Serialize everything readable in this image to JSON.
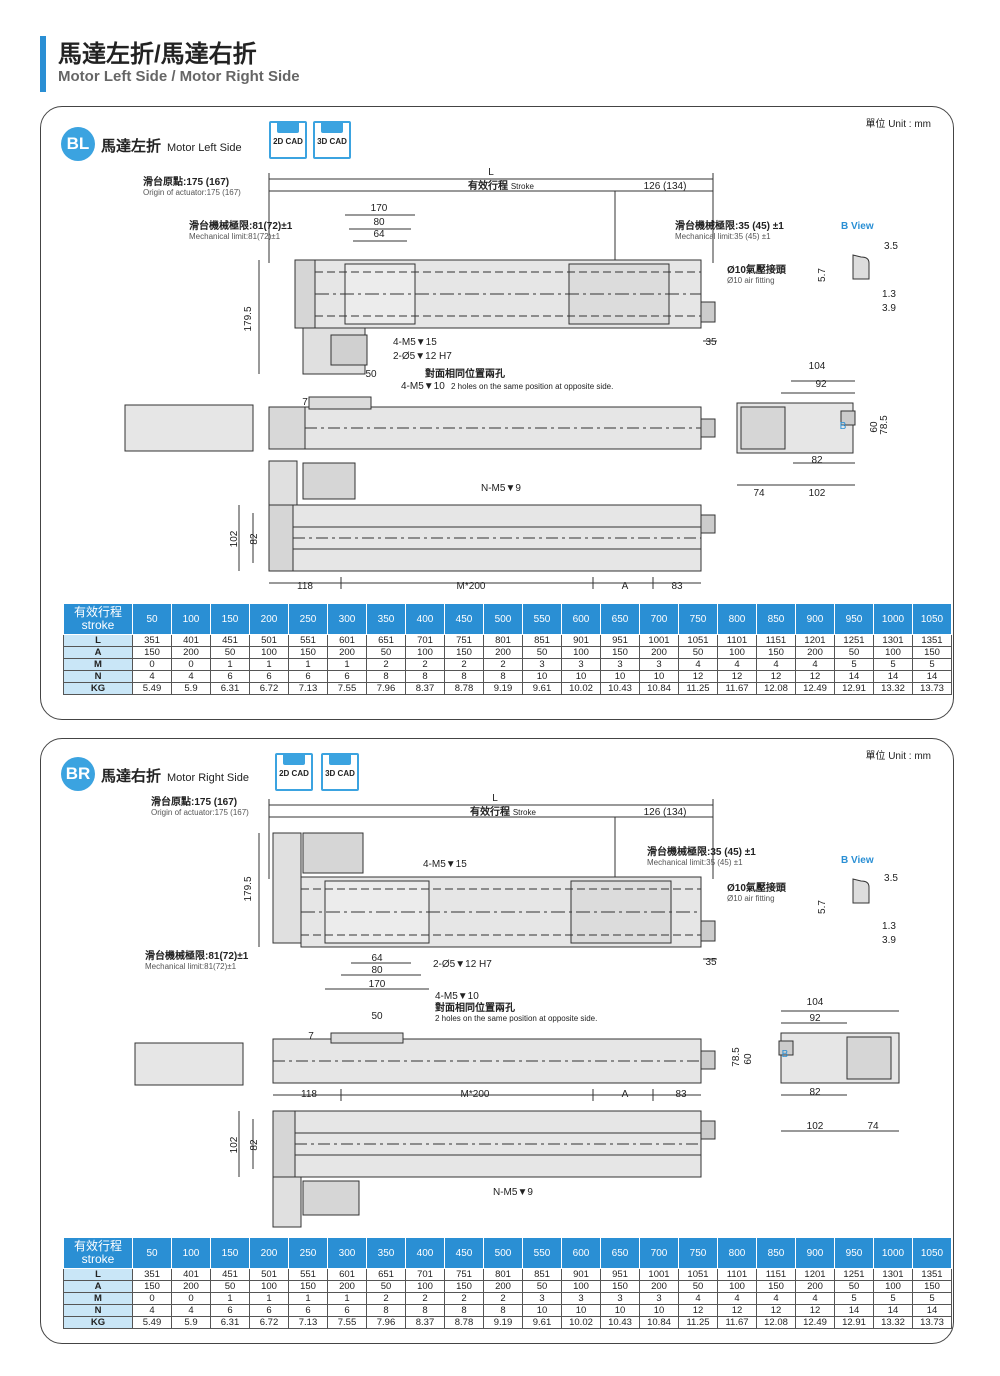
{
  "header": {
    "title": "馬達左折/馬達右折",
    "subtitle": "Motor Left Side / Motor Right Side"
  },
  "sections": [
    {
      "badge": "BL",
      "title": "馬達左折",
      "title_en": "Motor Left Side",
      "unit": "單位 Unit : mm",
      "cad": [
        {
          "label": "2D CAD"
        },
        {
          "label": "3D CAD"
        }
      ],
      "labels": {
        "origin": "滑台原點:175 (167)",
        "origin_en": "Origin of actuator:175 (167)",
        "mech_left": "滑台機械極限:81(72)±1",
        "mech_left_en": "Mechanical limit:81(72)±1",
        "mech_right": "滑台機械極限:35 (45) ±1",
        "mech_right_en": "Mechanical limit:35 (45) ±1",
        "stroke": "有效行程",
        "stroke_en": "Stroke",
        "L": "L",
        "d126": "126 (134)",
        "d170": "170",
        "d80": "80",
        "d64": "64",
        "d1795": "179.5",
        "d35": "35",
        "m5_15": "4-M5▼15",
        "dia5": "2-Ø5▼12 H7",
        "d50": "50",
        "m5_10": "4-M5▼10",
        "opp_cn": "對面相同位置兩孔",
        "opp_en": "2 holes on the same position at opposite side.",
        "air": "Ø10氣壓接頭",
        "air_en": "Ø10 air fitting",
        "bview": "B View",
        "d35b": "3.5",
        "d57": "5.7",
        "d13": "1.3",
        "d39": "3.9",
        "d104": "104",
        "d92": "92",
        "d82": "82",
        "d74": "74",
        "d102": "102",
        "d785": "78.5",
        "d60": "60",
        "b": "B",
        "nm5": "N-M5▼9",
        "d102v": "102",
        "d82v": "82",
        "d118": "118",
        "m200": "M*200",
        "A": "A",
        "d83": "83",
        "d7": "7"
      }
    },
    {
      "badge": "BR",
      "title": "馬達右折",
      "title_en": "Motor Right Side",
      "unit": "單位 Unit : mm",
      "cad": [
        {
          "label": "2D CAD"
        },
        {
          "label": "3D CAD"
        }
      ],
      "labels": {
        "origin": "滑台原點:175 (167)",
        "origin_en": "Origin of actuator:175 (167)",
        "mech_left": "滑台機械極限:81(72)±1",
        "mech_left_en": "Mechanical limit:81(72)±1",
        "mech_right": "滑台機械極限:35 (45) ±1",
        "mech_right_en": "Mechanical limit:35 (45) ±1",
        "stroke": "有效行程",
        "stroke_en": "Stroke",
        "L": "L",
        "d126": "126 (134)",
        "d170": "170",
        "d80": "80",
        "d64": "64",
        "d1795": "179.5",
        "d35": "35",
        "m5_15": "4-M5▼15",
        "dia5": "2-Ø5▼12 H7",
        "d50": "50",
        "m5_10": "4-M5▼10",
        "opp_cn": "對面相同位置兩孔",
        "opp_en": "2 holes on the same position at opposite side.",
        "air": "Ø10氣壓接頭",
        "air_en": "Ø10 air fitting",
        "bview": "B View",
        "d35b": "3.5",
        "d57": "5.7",
        "d13": "1.3",
        "d39": "3.9",
        "d104": "104",
        "d92": "92",
        "d82": "82",
        "d74": "74",
        "d102": "102",
        "d785": "78.5",
        "d60": "60",
        "b": "B",
        "nm5": "N-M5▼9",
        "d102v": "102",
        "d82v": "82",
        "d118": "118",
        "m200": "M*200",
        "A": "A",
        "d83": "83",
        "d7": "7"
      }
    }
  ],
  "table": {
    "header_cn": "有效行程",
    "header_en": "stroke",
    "strokes": [
      "50",
      "100",
      "150",
      "200",
      "250",
      "300",
      "350",
      "400",
      "450",
      "500",
      "550",
      "600",
      "650",
      "700",
      "750",
      "800",
      "850",
      "900",
      "950",
      "1000",
      "1050"
    ],
    "rows": [
      {
        "label": "L",
        "values": [
          "351",
          "401",
          "451",
          "501",
          "551",
          "601",
          "651",
          "701",
          "751",
          "801",
          "851",
          "901",
          "951",
          "1001",
          "1051",
          "1101",
          "1151",
          "1201",
          "1251",
          "1301",
          "1351"
        ]
      },
      {
        "label": "A",
        "values": [
          "150",
          "200",
          "50",
          "100",
          "150",
          "200",
          "50",
          "100",
          "150",
          "200",
          "50",
          "100",
          "150",
          "200",
          "50",
          "100",
          "150",
          "200",
          "50",
          "100",
          "150"
        ]
      },
      {
        "label": "M",
        "values": [
          "0",
          "0",
          "1",
          "1",
          "1",
          "1",
          "2",
          "2",
          "2",
          "2",
          "3",
          "3",
          "3",
          "3",
          "4",
          "4",
          "4",
          "4",
          "5",
          "5",
          "5"
        ]
      },
      {
        "label": "N",
        "values": [
          "4",
          "4",
          "6",
          "6",
          "6",
          "6",
          "8",
          "8",
          "8",
          "8",
          "10",
          "10",
          "10",
          "10",
          "12",
          "12",
          "12",
          "12",
          "14",
          "14",
          "14"
        ]
      },
      {
        "label": "KG",
        "values": [
          "5.49",
          "5.9",
          "6.31",
          "6.72",
          "7.13",
          "7.55",
          "7.96",
          "8.37",
          "8.78",
          "9.19",
          "9.61",
          "10.02",
          "10.43",
          "10.84",
          "11.25",
          "11.67",
          "12.08",
          "12.49",
          "12.91",
          "13.32",
          "13.73"
        ]
      }
    ]
  }
}
